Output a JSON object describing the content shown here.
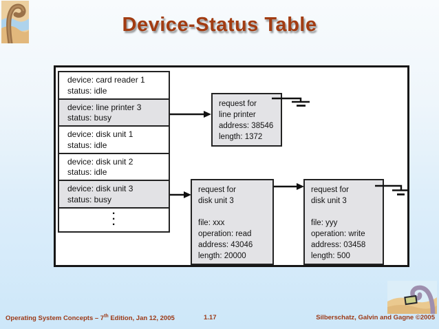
{
  "title": "Device-Status Table",
  "footer": {
    "left_prefix": "Operating System Concepts – 7",
    "left_sup": "th",
    "left_suffix": " Edition, Jan 12, 2005",
    "page_number": "1.17",
    "right": "Silberschatz, Galvin and Gagne ©2005"
  },
  "device_table": {
    "rows": [
      {
        "device": "device: card reader 1",
        "status": "status: idle",
        "busy": false
      },
      {
        "device": "device: line printer 3",
        "status": "status: busy",
        "busy": true
      },
      {
        "device": "device: disk unit 1",
        "status": "status: idle",
        "busy": false
      },
      {
        "device": "device: disk unit 2",
        "status": "status: idle",
        "busy": false
      },
      {
        "device": "device: disk unit 3",
        "status": "status: busy",
        "busy": true
      }
    ],
    "ellipsis_dot": "·"
  },
  "request_boxes": [
    {
      "name": "line-printer-request",
      "lines": [
        "request for",
        "line printer",
        "address: 38546",
        "length: 1372"
      ]
    },
    {
      "name": "disk-unit-3-read-request",
      "lines": [
        "request for",
        "disk unit 3",
        "",
        "file: xxx",
        "operation: read",
        "address: 43046",
        "length: 20000"
      ]
    },
    {
      "name": "disk-unit-3-write-request",
      "lines": [
        "request for",
        "disk unit 3",
        "",
        "file: yyy",
        "operation: write",
        "address: 03458",
        "length: 500"
      ]
    }
  ],
  "icons": {
    "null_pointer": "ground-symbol",
    "ellipsis": "vertical-dots",
    "logo": "dinosaur-book-logo"
  },
  "colors": {
    "title_text": "#a23c12",
    "footer_text": "#9c3916",
    "box_fill": "#e3e3e6",
    "busy_row_fill": "#e2e2e5",
    "frame_border": "#161616",
    "background_bottom": "#cde7f9"
  }
}
